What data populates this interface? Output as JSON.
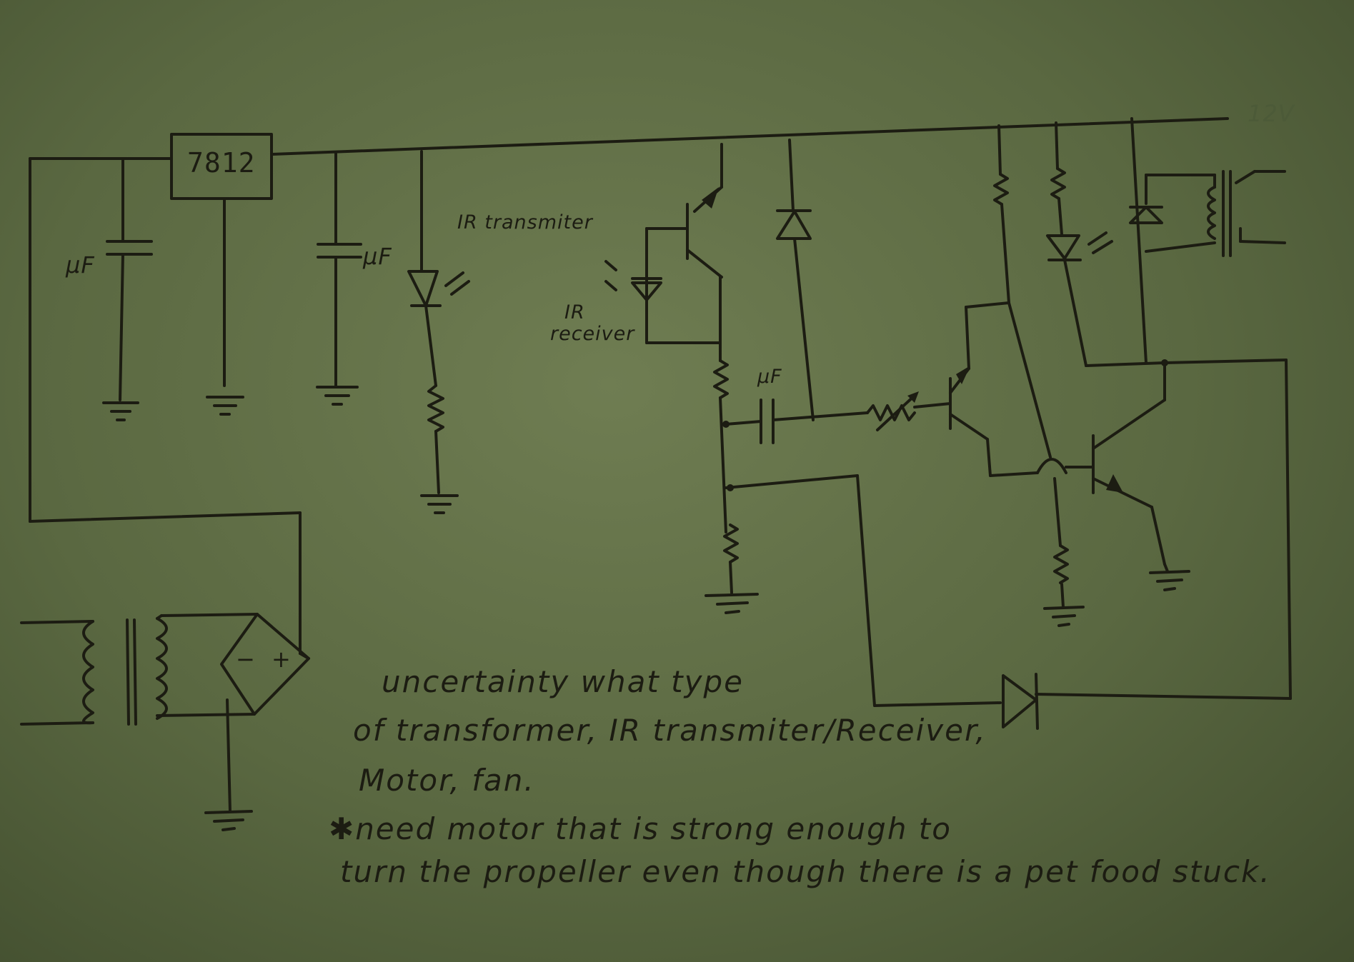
{
  "labels": {
    "regulator": "7812",
    "cap_left": "μF",
    "cap_mid": "μF",
    "cap_coupling": "μF",
    "ir_transmitter": "IR transmiter",
    "ir_receiver_line1": "IR",
    "ir_receiver_line2": "receiver",
    "bridge_minus": "−",
    "bridge_plus": "+",
    "supply_voltage": "12V"
  },
  "notes": [
    "uncertainty what type",
    "of transformer, IR transmiter/Receiver,",
    "Motor, fan.",
    "✱need motor that is strong enough to",
    "turn the propeller even though there is a pet food stuck."
  ]
}
